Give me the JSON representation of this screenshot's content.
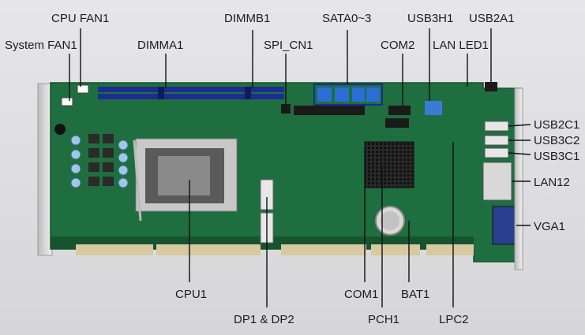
{
  "figure": {
    "labels": {
      "cpu_fan1": "CPU FAN1",
      "system_fan1": "System FAN1",
      "dimma1": "DIMMA1",
      "dimmb1": "DIMMB1",
      "spi_cn1": "SPI_CN1",
      "sata": "SATA0~3",
      "com2": "COM2",
      "usb3h1": "USB3H1",
      "lan_led1": "LAN LED1",
      "usb2a1": "USB2A1",
      "usb2c1": "USB2C1",
      "usb3c2": "USB3C2",
      "usb3c1": "USB3C1",
      "lan12": "LAN12",
      "vga1": "VGA1",
      "cpu1": "CPU1",
      "dp": "DP1 & DP2",
      "com1": "COM1",
      "pch1": "PCH1",
      "bat1": "BAT1",
      "lpc2": "LPC2"
    },
    "colors": {
      "pcb": "#1f6e40",
      "pcb_dark": "#16532f",
      "dimm_slot": "#1b2d8f",
      "sata_port": "#2b6fd6",
      "leader": "#111111",
      "heatsink": "#222222",
      "gold_finger": "#d7c9a0",
      "background": "#dcdcde"
    }
  }
}
